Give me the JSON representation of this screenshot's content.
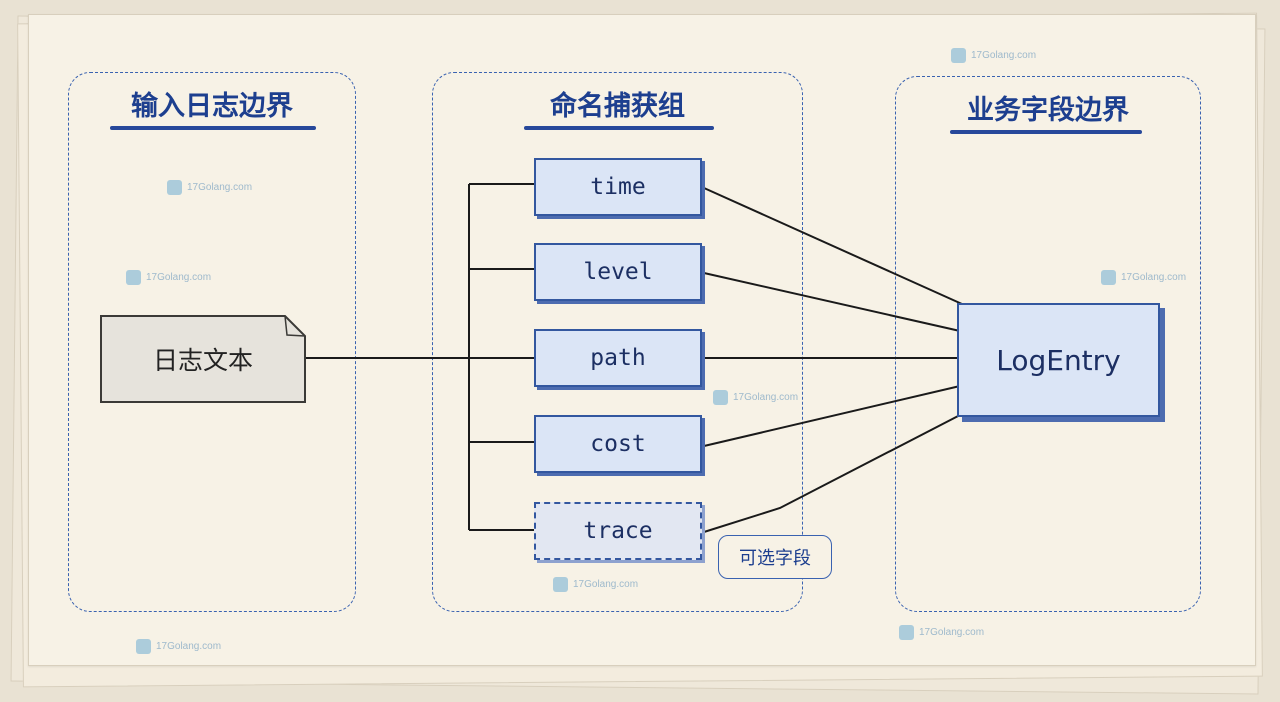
{
  "sections": {
    "input": {
      "title": "输入日志边界"
    },
    "capture": {
      "title": "命名捕获组"
    },
    "business": {
      "title": "业务字段边界"
    }
  },
  "source_doc": {
    "label": "日志文本"
  },
  "fields": [
    {
      "label": "time",
      "optional": false
    },
    {
      "label": "level",
      "optional": false
    },
    {
      "label": "path",
      "optional": false
    },
    {
      "label": "cost",
      "optional": false
    },
    {
      "label": "trace",
      "optional": true
    }
  ],
  "optional_tag": {
    "label": "可选字段"
  },
  "target": {
    "label": "LogEntry"
  },
  "watermark": {
    "text": "17Golang.com"
  },
  "colors": {
    "accent": "#1d3f8f",
    "box_fill": "#dbe5f6",
    "box_border": "#33579f",
    "paper": "#f7f2e6"
  }
}
